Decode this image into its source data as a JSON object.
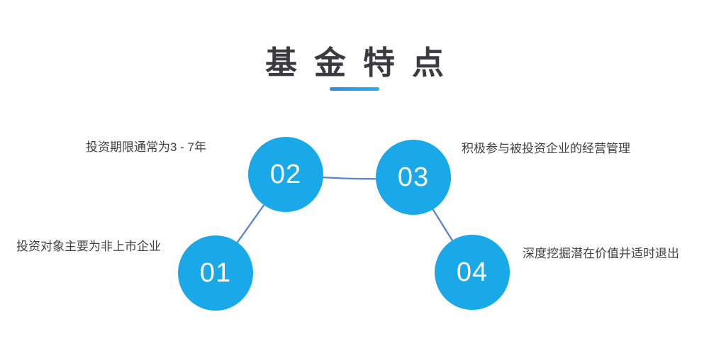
{
  "slide": {
    "title": "基金特点",
    "colors": {
      "circle_cyan": "#19A8E8",
      "underline_blue_start": "#2C8EDC",
      "underline_blue_end": "#29AEF2",
      "connector_blue": "#5B86C5",
      "title_text": "#3A3A40",
      "label_text": "#404040",
      "number_text": "#FFFFFF",
      "background": "#FFFFFF"
    },
    "items": [
      {
        "number": "01",
        "label": "投资对象主要为非上市企业"
      },
      {
        "number": "02",
        "label": "投资期限通常为3 - 7年"
      },
      {
        "number": "03",
        "label": "积极参与被投资企业的经营管理"
      },
      {
        "number": "04",
        "label": "深度挖掘潜在价值并适时退出"
      }
    ]
  }
}
